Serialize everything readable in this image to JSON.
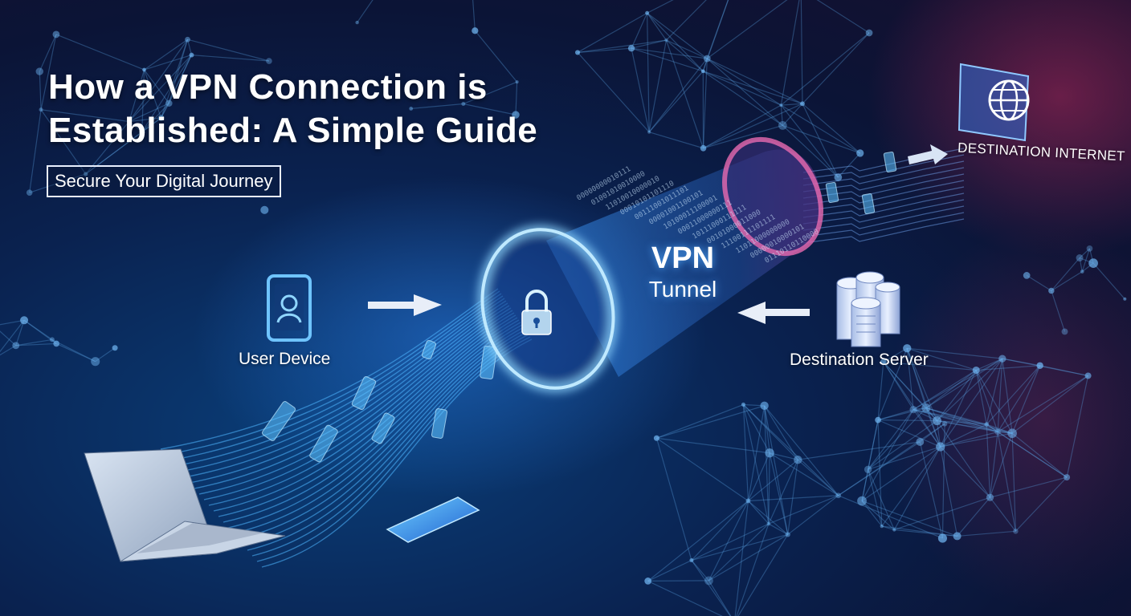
{
  "title": {
    "line1": "How a VPN Connection is",
    "line2": "Established: A Simple Guide"
  },
  "subtitle": "Secure Your Digital Journey",
  "nodes": {
    "user_device": "User Device",
    "tunnel_line1": "VPN",
    "tunnel_line2": "Tunnel",
    "destination_server": "Destination Server",
    "destination_internet": "DESTINATION INTERNET"
  },
  "icons": [
    "smartphone-user-icon",
    "lock-icon",
    "server-stack-icon",
    "globe-icon",
    "laptop-icon",
    "arrow-right-icon",
    "arrow-left-icon"
  ],
  "colors": {
    "background_dark": "#0b1436",
    "accent_blue": "#3aa8ff",
    "accent_glow": "#8fd6ff",
    "accent_magenta": "#b0285a"
  }
}
